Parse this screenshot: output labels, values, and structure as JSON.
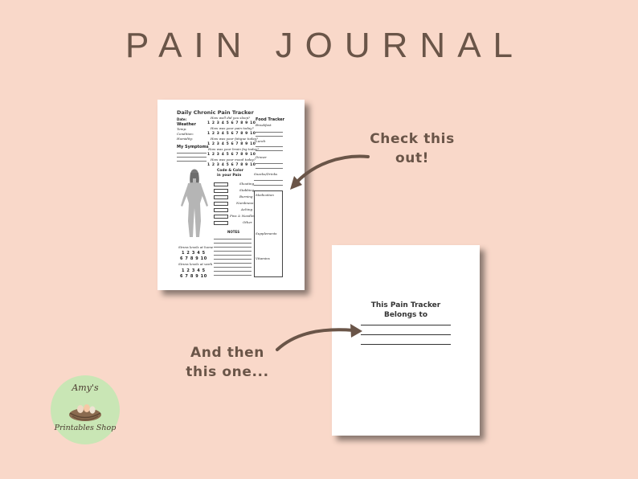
{
  "title": "PAIN JOURNAL",
  "tracker": {
    "heading": "Daily Chronic Pain Tracker",
    "date_label": "Date:",
    "weather_label": "Weather",
    "temp_label": "Temp:",
    "condition_label": "Condition:",
    "humidity_label": "Humidity:",
    "symptoms_label": "My Symptoms",
    "q_sleep": "How well did you sleep?",
    "q_pain": "How was your pain today?",
    "q_fatigue": "How was your fatigue today?",
    "q_brainfog": "How was your brain fog today?",
    "q_mood": "How was your mood today?",
    "scale": "1 2 3 4 5 6 7 8 9 10",
    "food_label": "Food Tracker",
    "breakfast": "Breakfast",
    "lunch": "Lunch",
    "dinner": "Dinner",
    "snacks": "Snacks/Drinks",
    "medication": "Medication",
    "supplements": "Supplements",
    "vitamins": "Vitamins",
    "code_heading_1": "Code & Color",
    "code_heading_2": "in your Pain",
    "codes": [
      "Shooting",
      "Stabbing",
      "Burning",
      "Numbness",
      "Aching",
      "Pins & Needles",
      "Other"
    ],
    "notes_label": "NOTES",
    "home_label": "Stress levels at home",
    "work_label": "Stress levels at work",
    "scale_a": "1 2 3 4 5",
    "scale_b": "6 7 8 9 10"
  },
  "cover": {
    "line1": "This Pain Tracker",
    "line2": "Belongs to"
  },
  "callouts": {
    "top_1": "Check this",
    "top_2": "out!",
    "bottom_1": "And then",
    "bottom_2": "this one..."
  },
  "logo": {
    "line1": "Amy's",
    "line2": "Printables Shop"
  },
  "colors": {
    "background": "#f9d8c9",
    "accent": "#6a5548",
    "logo": "#c9e6b5"
  }
}
